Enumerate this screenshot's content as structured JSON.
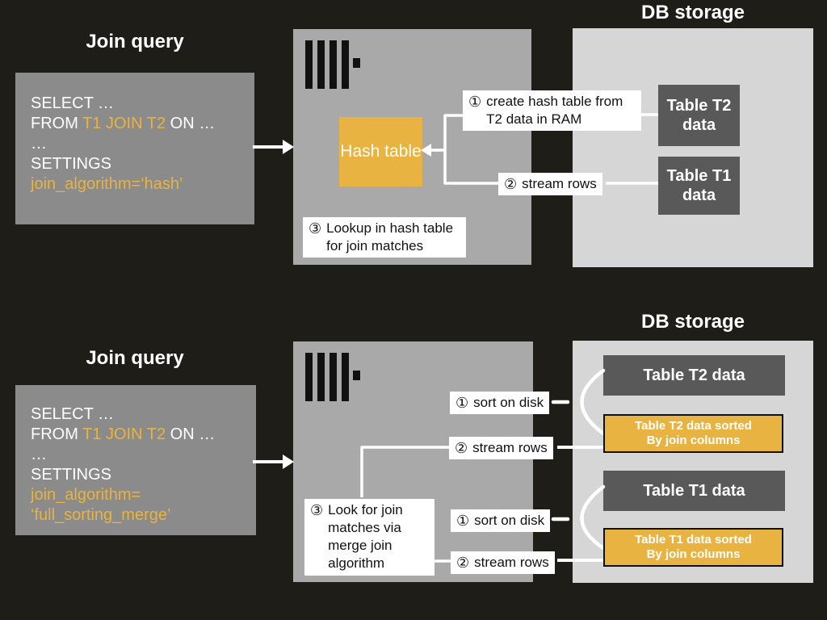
{
  "colors": {
    "background": "#1e1d18",
    "query_box": "#8b8b8b",
    "server_box": "#a9a9a9",
    "db_box": "#d6d6d6",
    "table_dark": "#595959",
    "accent_orange": "#e9b341",
    "label_bg": "#ffffff",
    "connector": "#ffffff"
  },
  "hash_join": {
    "title": "Join query",
    "db_title": "DB storage",
    "query": {
      "select": "SELECT …",
      "from": "FROM",
      "join": "T1 JOIN T2",
      "on": "ON …",
      "ellipsis": "…",
      "settings": "SETTINGS",
      "algorithm": "join_algorithm=‘hash’"
    },
    "hash_table": "Hash table",
    "steps": [
      {
        "num": "①",
        "text": "create hash table from T2 data in RAM"
      },
      {
        "num": "②",
        "text": "stream rows"
      },
      {
        "num": "③",
        "text": "Lookup in hash table for join matches"
      }
    ],
    "tables": [
      {
        "label": "Table T2 data"
      },
      {
        "label": "Table T1 data"
      }
    ]
  },
  "merge_join": {
    "title": "Join query",
    "db_title": "DB storage",
    "query": {
      "select": "SELECT …",
      "from": "FROM",
      "join": "T1 JOIN T2",
      "on": "ON …",
      "ellipsis": "…",
      "settings": "SETTINGS",
      "algorithm_line1": "join_algorithm=",
      "algorithm_line2": "‘full_sorting_merge’"
    },
    "steps": {
      "sort_t2": {
        "num": "①",
        "text": "sort on disk"
      },
      "stream_t2": {
        "num": "②",
        "text": "stream rows"
      },
      "merge": {
        "num": "③",
        "text": "Look for join matches via merge join algorithm"
      },
      "sort_t1": {
        "num": "①",
        "text": "sort on disk"
      },
      "stream_t1": {
        "num": "②",
        "text": "stream rows"
      }
    },
    "tables": {
      "t2": "Table T2 data",
      "t2_sorted_line1": "Table T2 data sorted",
      "t2_sorted_line2": "By join columns",
      "t1": "Table T1 data",
      "t1_sorted_line1": "Table T1 data sorted",
      "t1_sorted_line2": "By join columns"
    }
  }
}
